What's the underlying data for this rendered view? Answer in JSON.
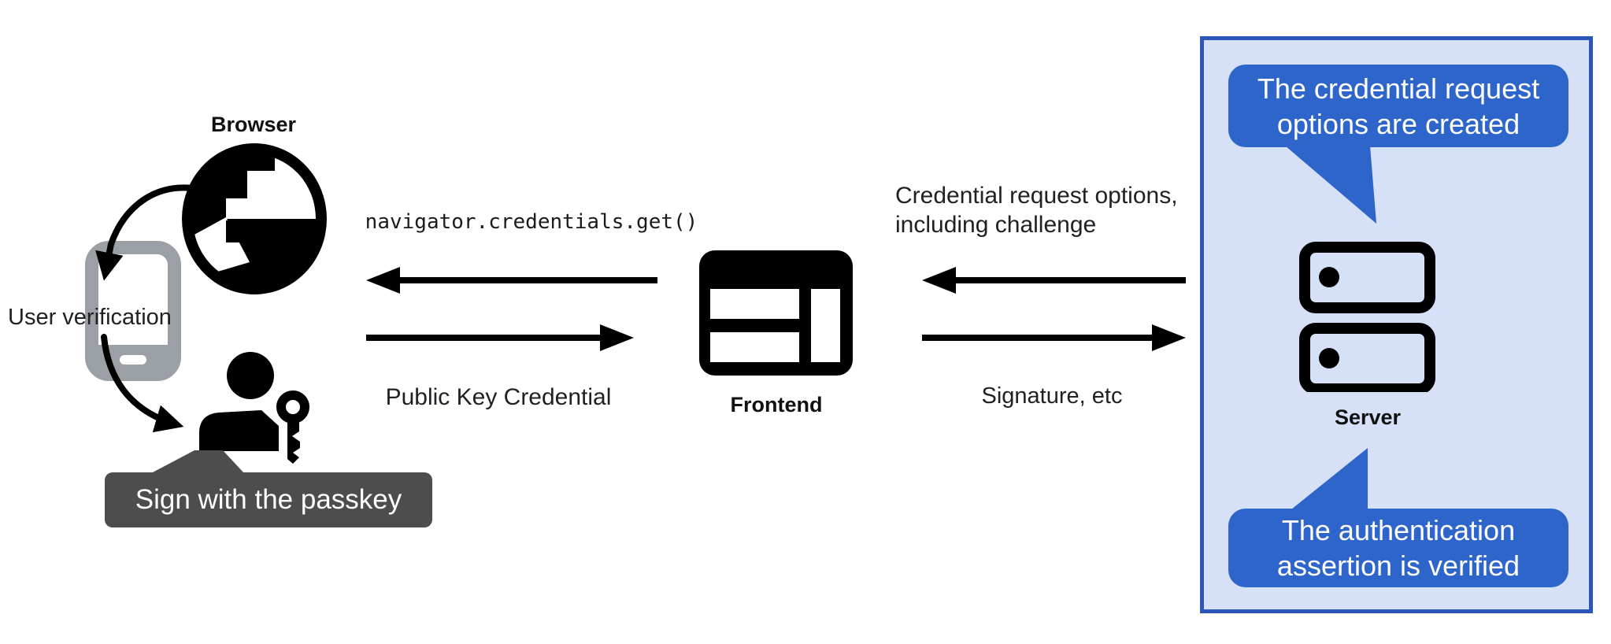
{
  "left": {
    "browser_label": "Browser",
    "user_verification_label": "User verification",
    "passkey_tooltip": "Sign with the passkey"
  },
  "center": {
    "code_label": "navigator.credentials.get()",
    "public_key_label": "Public Key Credential",
    "frontend_label": "Frontend"
  },
  "right": {
    "request_options_line1": "Credential request options,",
    "request_options_line2": "including challenge",
    "signature_label": "Signature, etc",
    "server_label": "Server",
    "bubble_top_line1": "The credential request",
    "bubble_top_line2": "options are created",
    "bubble_bottom_line1": "The authentication",
    "bubble_bottom_line2": "assertion is verified"
  },
  "colors": {
    "ink": "#000000",
    "text": "#202124",
    "phone_gray": "#9aa0a6",
    "tooltip_gray": "#4d4d4d",
    "bubble_blue": "#2d65ca",
    "box_border_blue": "#2c56b8",
    "box_bg_blue": "#d6e1f8"
  }
}
